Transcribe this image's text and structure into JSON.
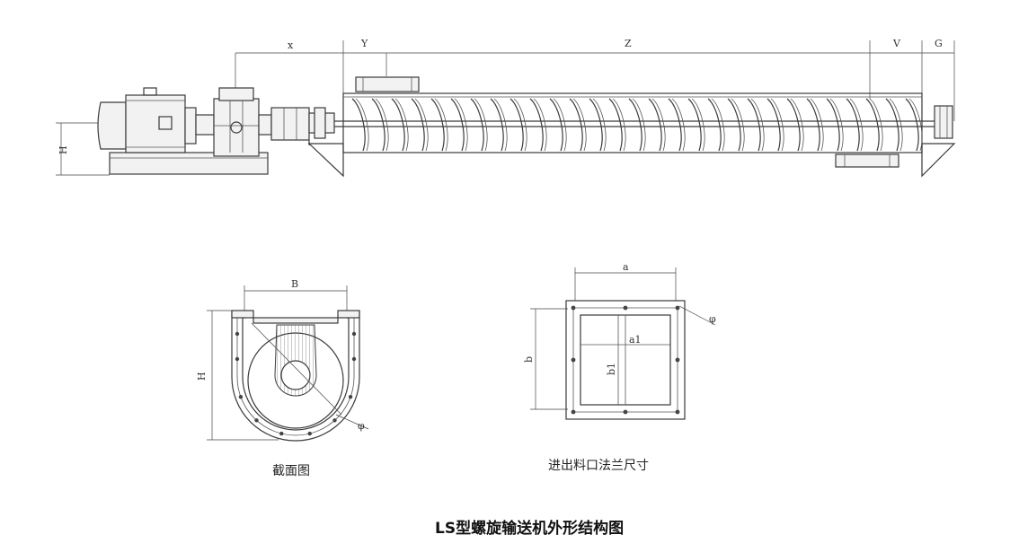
{
  "title": "LS型螺旋输送机外形结构图",
  "captions": {
    "section": "截面图",
    "flange": "进出料口法兰尺寸"
  },
  "dimensions_top": {
    "x": "x",
    "y": "Y",
    "z": "Z",
    "v": "V",
    "g": "G",
    "h": "H"
  },
  "dimensions_section": {
    "b": "B",
    "h": "H",
    "phi": "φ"
  },
  "dimensions_flange": {
    "a": "a",
    "a1": "a1",
    "b": "b",
    "b1": "b1",
    "phi": "φ"
  }
}
